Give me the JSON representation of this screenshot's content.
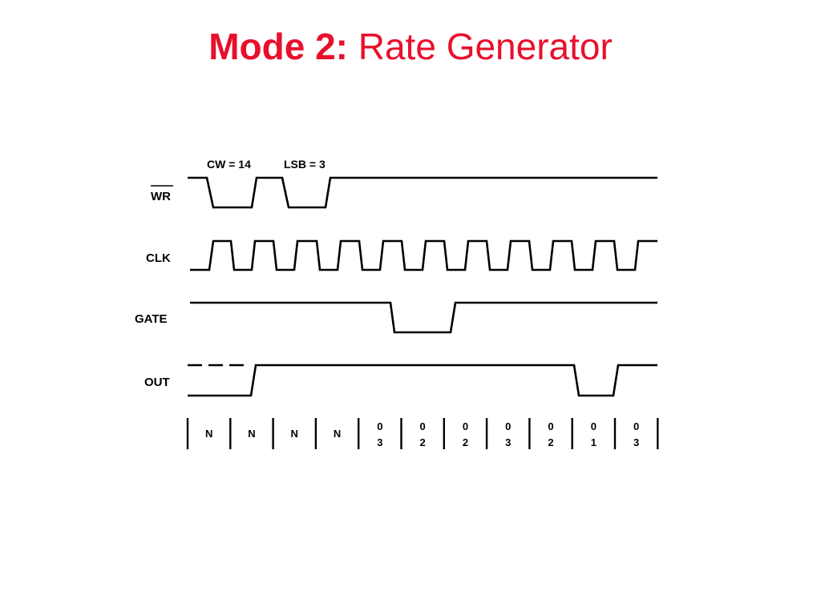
{
  "title": {
    "bold": "Mode 2:",
    "regular": " Rate Generator",
    "color": "#e8102c"
  },
  "ink_color": "#000000",
  "annotations": {
    "cw": "CW = 14",
    "lsb": "LSB = 3"
  },
  "signals": [
    {
      "key": "wr",
      "label": "WR",
      "overline": true
    },
    {
      "key": "clk",
      "label": "CLK",
      "overline": false
    },
    {
      "key": "gate",
      "label": "GATE",
      "overline": false
    },
    {
      "key": "out",
      "label": "OUT",
      "overline": false
    }
  ],
  "counts": [
    [
      "N"
    ],
    [
      "N"
    ],
    [
      "N"
    ],
    [
      "N"
    ],
    [
      "0",
      "3"
    ],
    [
      "0",
      "2"
    ],
    [
      "0",
      "2"
    ],
    [
      "0",
      "3"
    ],
    [
      "0",
      "2"
    ],
    [
      "0",
      "1"
    ],
    [
      "0",
      "3"
    ]
  ]
}
